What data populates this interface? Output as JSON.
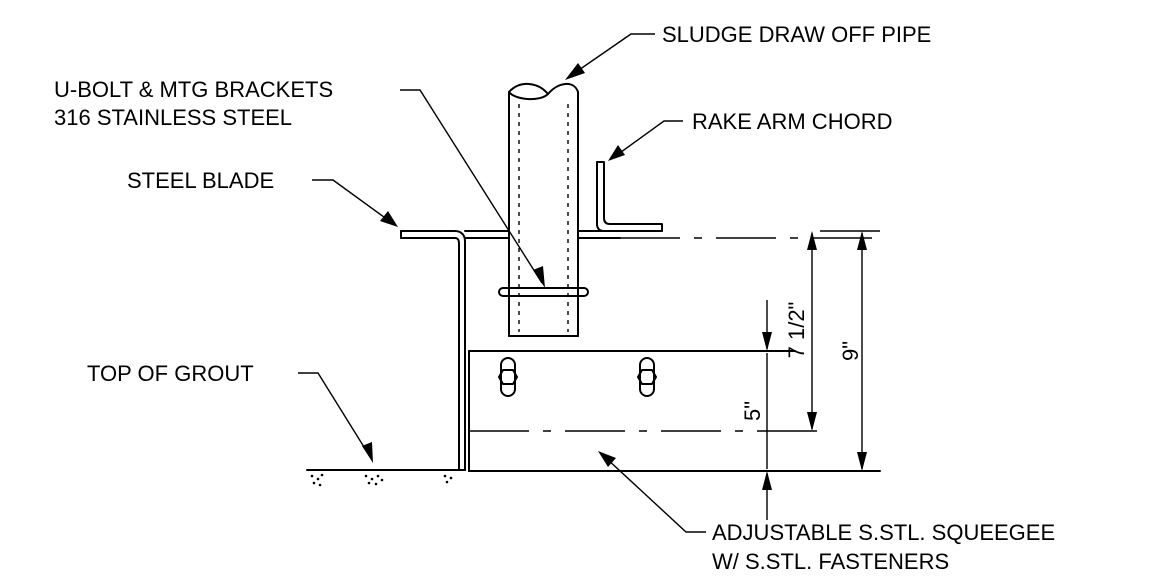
{
  "labels": {
    "sludge_pipe": "SLUDGE DRAW OFF PIPE",
    "ubolt_line1": "U-BOLT & MTG BRACKETS",
    "ubolt_line2": "316 STAINLESS STEEL",
    "rake_arm": "RAKE ARM CHORD",
    "steel_blade": "STEEL BLADE",
    "top_of_grout": "TOP OF GROUT",
    "squeegee_line1": "ADJUSTABLE S.STL. SQUEEGEE",
    "squeegee_line2": "W/ S.STL. FASTENERS"
  },
  "dimensions": {
    "d1": "5\"",
    "d2": "7 1/2\"",
    "d3": "9\""
  }
}
